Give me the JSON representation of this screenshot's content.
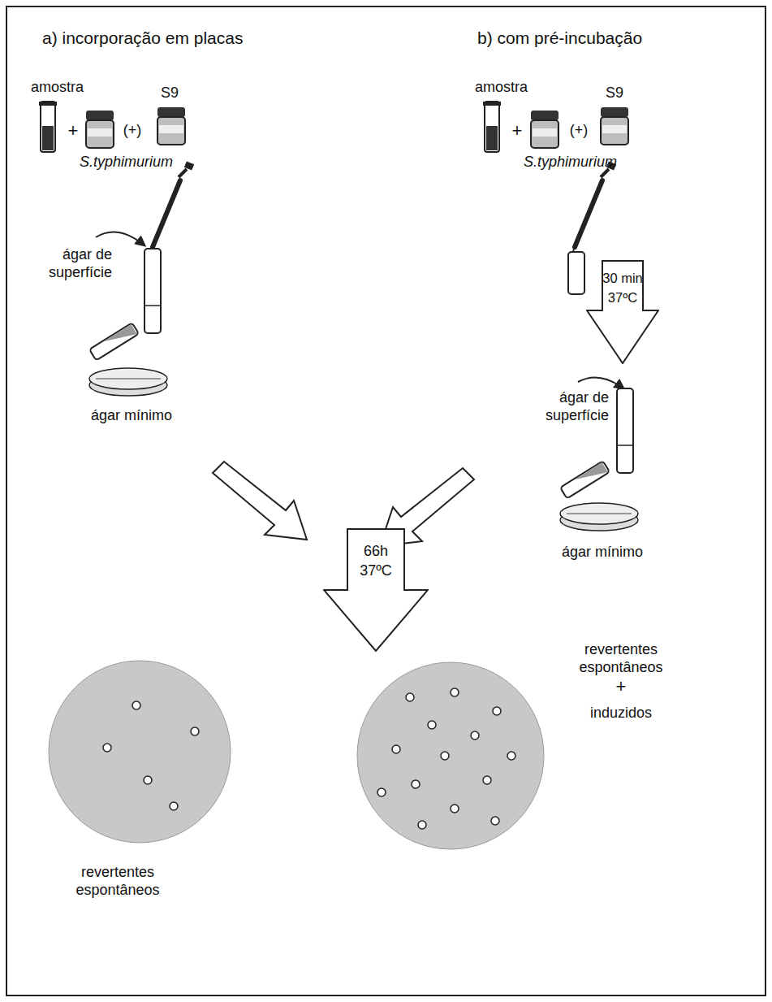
{
  "diagram": {
    "nodes": [
      {
        "text": [
          "30 min 37ºC"
        ]
      },
      {
        "text": [
          "66h 37ºC"
        ]
      }
    ],
    "labels": [
      "a) incorporação em placas",
      "b) com pré-incubação",
      "amostra",
      "+",
      "(+)",
      "S9",
      "S.typhimurium",
      "ágar de superfície",
      "ágar mínimo",
      "amostra",
      "+",
      "(+)",
      "S9",
      "S.typhimurium",
      "ágar de superfície",
      "ágar mínimo",
      "revertentes espontâneos",
      "revertentes espontâneos",
      "+",
      "induzidos"
    ]
  }
}
